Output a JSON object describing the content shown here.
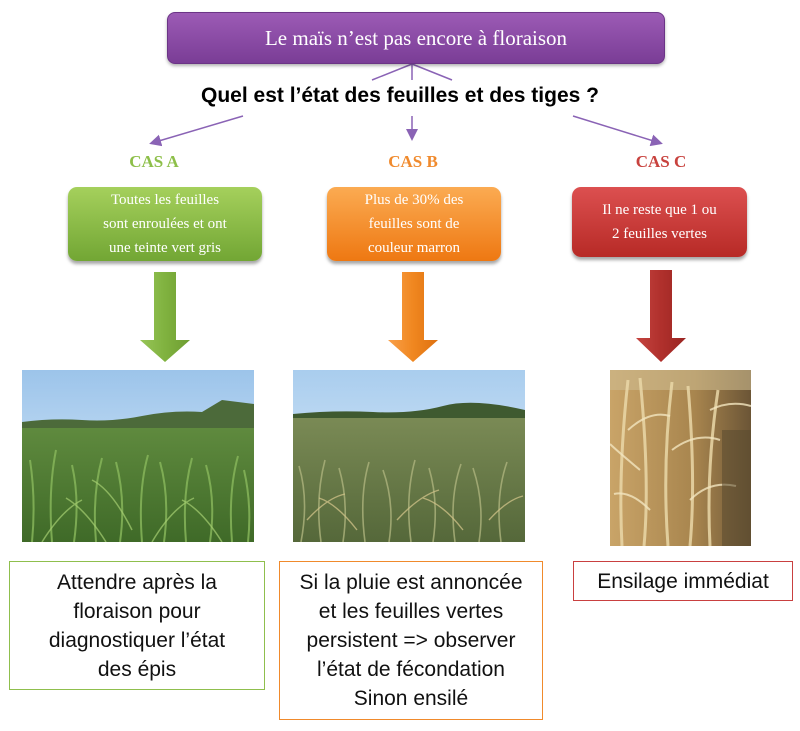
{
  "title": "Le maïs n’est pas encore à floraison",
  "question": "Quel est l’état des feuilles et des tiges ?",
  "cases": [
    {
      "label": "CAS A",
      "condition_lines": [
        "Toutes les feuilles",
        "sont enroulées et ont",
        "une teinte vert gris"
      ],
      "result_lines": [
        "Attendre après la",
        "floraison pour",
        "diagnostiquer l’état",
        "des épis"
      ],
      "color": "#8dc14a",
      "label_color": "#8dbf49"
    },
    {
      "label": "CAS B",
      "condition_lines": [
        "Plus de 30% des",
        "feuilles sont de",
        "couleur marron"
      ],
      "result_lines": [
        "Si la pluie est annoncée",
        "et les feuilles vertes",
        "persistent => observer",
        "l’état de fécondation",
        "Sinon ensilé"
      ],
      "color": "#f5891f",
      "label_color": "#f08a2d"
    },
    {
      "label": "CAS C",
      "condition_lines": [
        "Il ne reste que 1 ou",
        "2 feuilles vertes"
      ],
      "result_lines": [
        "Ensilage immédiat"
      ],
      "color": "#c93a36",
      "label_color": "#c8423e"
    }
  ],
  "connector_color": "#8a63b5"
}
